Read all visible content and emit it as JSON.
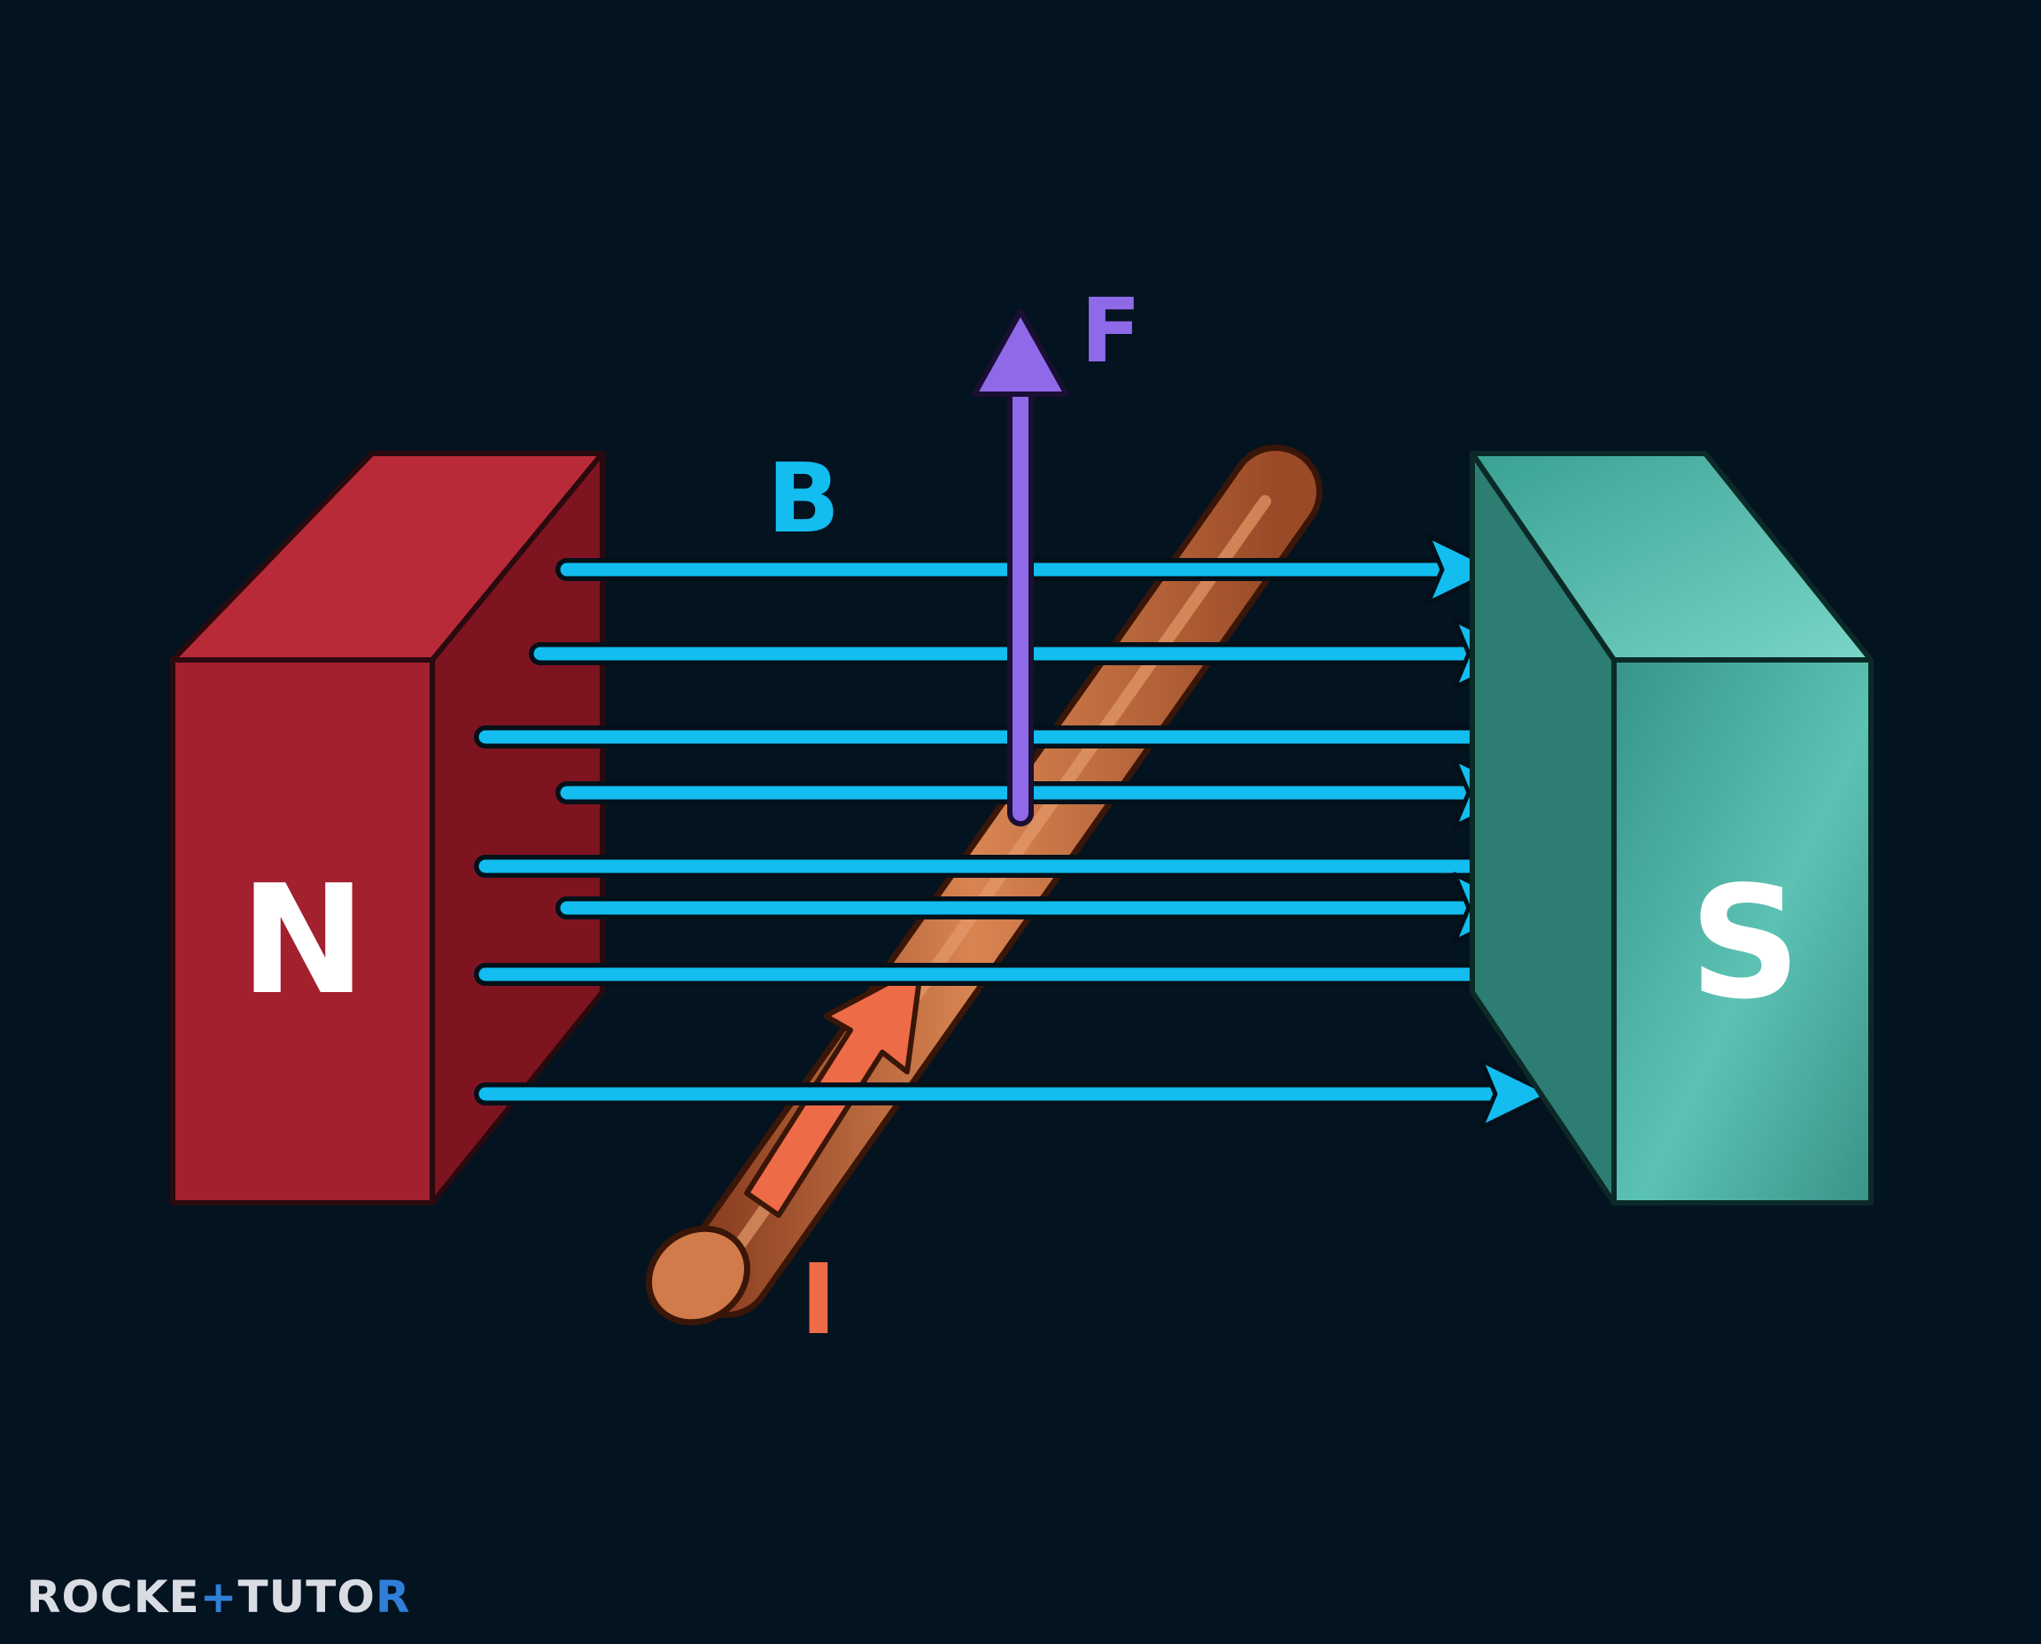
{
  "colors": {
    "background": "#041320",
    "north_magnet": "#a3202f",
    "south_magnet": "#3d9e92",
    "field_lines": "#13bdf0",
    "force_vector": "#8f6ae8",
    "current_vector": "#ee6b47",
    "wire": "#c26a3c"
  },
  "magnet_north": {
    "label": "N"
  },
  "magnet_south": {
    "label": "S"
  },
  "field": {
    "label": "B",
    "line_count": 8,
    "direction": "north-to-south"
  },
  "force": {
    "label": "F",
    "direction": "up"
  },
  "current": {
    "label": "I",
    "direction": "along wire, away from viewer"
  },
  "watermark": {
    "text_main": "ROCKE",
    "text_plus": "+",
    "text_tail": "TUTO",
    "text_r": "R"
  }
}
